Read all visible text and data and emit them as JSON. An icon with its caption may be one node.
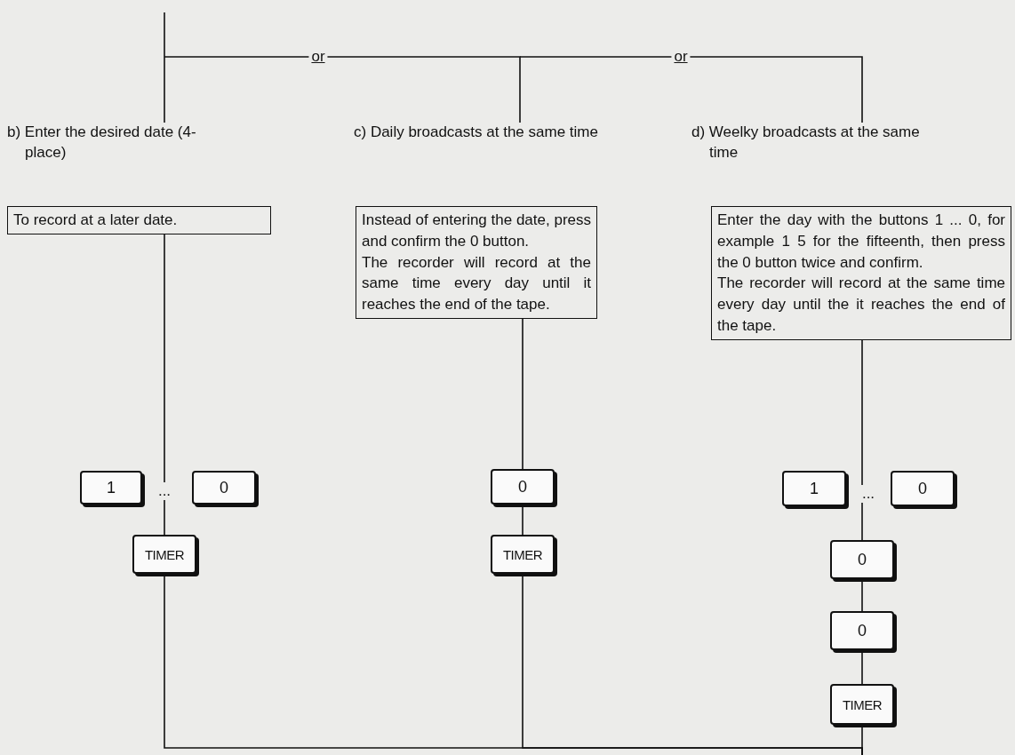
{
  "diagram": {
    "nodes": [
      {
        "text": [
          "b) Enter the desired date (4-place)"
        ]
      },
      {
        "text": [
          "c) Daily broadcasts at the same time"
        ]
      },
      {
        "text": [
          "d) Weelky broadcasts at the same time"
        ]
      },
      {
        "text": [
          "To record at a later date."
        ]
      },
      {
        "text": [
          "Instead of entering the date, press and confirm the 0 button.",
          "The recorder will record at the same time every day until it reaches the end of the tape."
        ]
      },
      {
        "text": [
          "Enter the day with the buttons 1 ... 0, for example 1 5 for the fifteenth, then press the 0 button twice and confirm.",
          "The recorder will record at the same time every day until the it reaches the end of the tape."
        ]
      },
      {
        "text": [
          "1"
        ]
      },
      {
        "text": [
          "0"
        ]
      },
      {
        "text": [
          "TIMER"
        ]
      },
      {
        "text": [
          "0"
        ]
      },
      {
        "text": [
          "TIMER"
        ]
      },
      {
        "text": [
          "1"
        ]
      },
      {
        "text": [
          "0"
        ]
      },
      {
        "text": [
          "0"
        ]
      },
      {
        "text": [
          "0"
        ]
      },
      {
        "text": [
          "TIMER"
        ]
      }
    ],
    "edges": [
      {
        "from": null,
        "to": 0,
        "arrow": "none"
      },
      {
        "from": null,
        "to": 1,
        "arrow": "none",
        "label": "or"
      },
      {
        "from": null,
        "to": 2,
        "arrow": "none",
        "label": "or"
      },
      {
        "from": 3,
        "to": 8,
        "arrow": "none",
        "label": "..."
      },
      {
        "from": 4,
        "to": 9,
        "arrow": "none"
      },
      {
        "from": 9,
        "to": 10,
        "arrow": "none"
      },
      {
        "from": 5,
        "to": 13,
        "arrow": "none",
        "label": "..."
      },
      {
        "from": 13,
        "to": 14,
        "arrow": "none"
      },
      {
        "from": 14,
        "to": 15,
        "arrow": "none"
      },
      {
        "from": 8,
        "to": null,
        "arrow": "none"
      },
      {
        "from": 10,
        "to": null,
        "arrow": "none"
      },
      {
        "from": 15,
        "to": null,
        "arrow": "none"
      }
    ]
  }
}
